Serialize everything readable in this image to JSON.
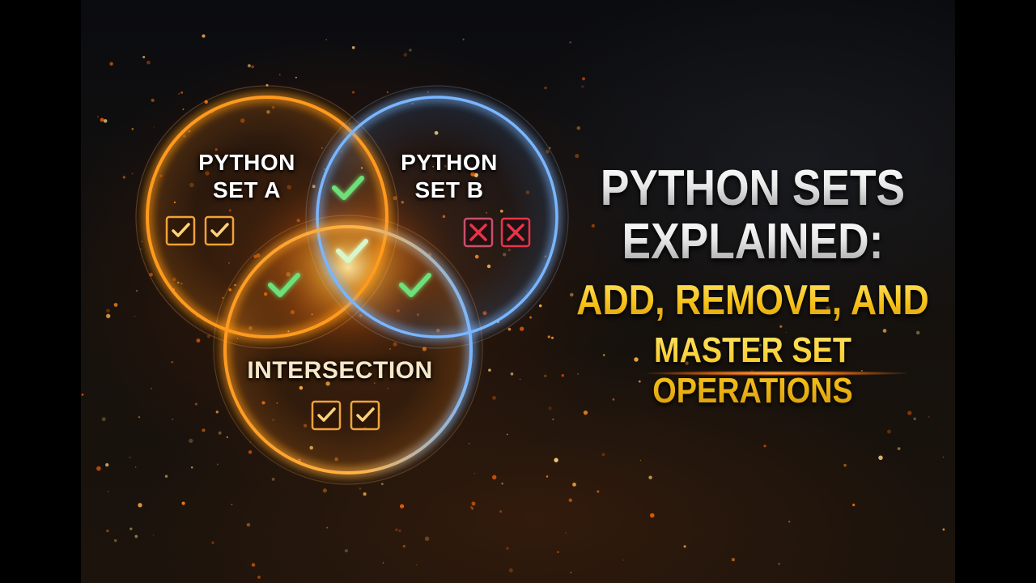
{
  "diagram": {
    "type": "venn",
    "set_a": {
      "label_line1": "PYTHON",
      "label_line2": "SET A",
      "color": "#ff9a1f",
      "checkboxes": [
        "check",
        "check"
      ]
    },
    "set_b": {
      "label_line1": "PYTHON",
      "label_line2": "SET B",
      "color": "#6fb2ff",
      "checkboxes": [
        "cross",
        "cross"
      ]
    },
    "set_c": {
      "label": "INTERSECTION",
      "color": "#ff8a1a",
      "checkboxes": [
        "check",
        "check"
      ]
    },
    "overlap_marks": [
      "check-mark-icon",
      "check-mark-icon",
      "check-mark-icon",
      "check-mark-icon"
    ],
    "check_color": "#6ee07a",
    "cross_color": "#e8344a"
  },
  "headline": {
    "line1": "PYTHON SETS",
    "line2": "EXPLAINED:",
    "line3": "ADD, REMOVE, AND",
    "line4": "MASTER SET OPERATIONS",
    "title_color": "#f2f2f2",
    "accent_color": "#f5c518"
  }
}
